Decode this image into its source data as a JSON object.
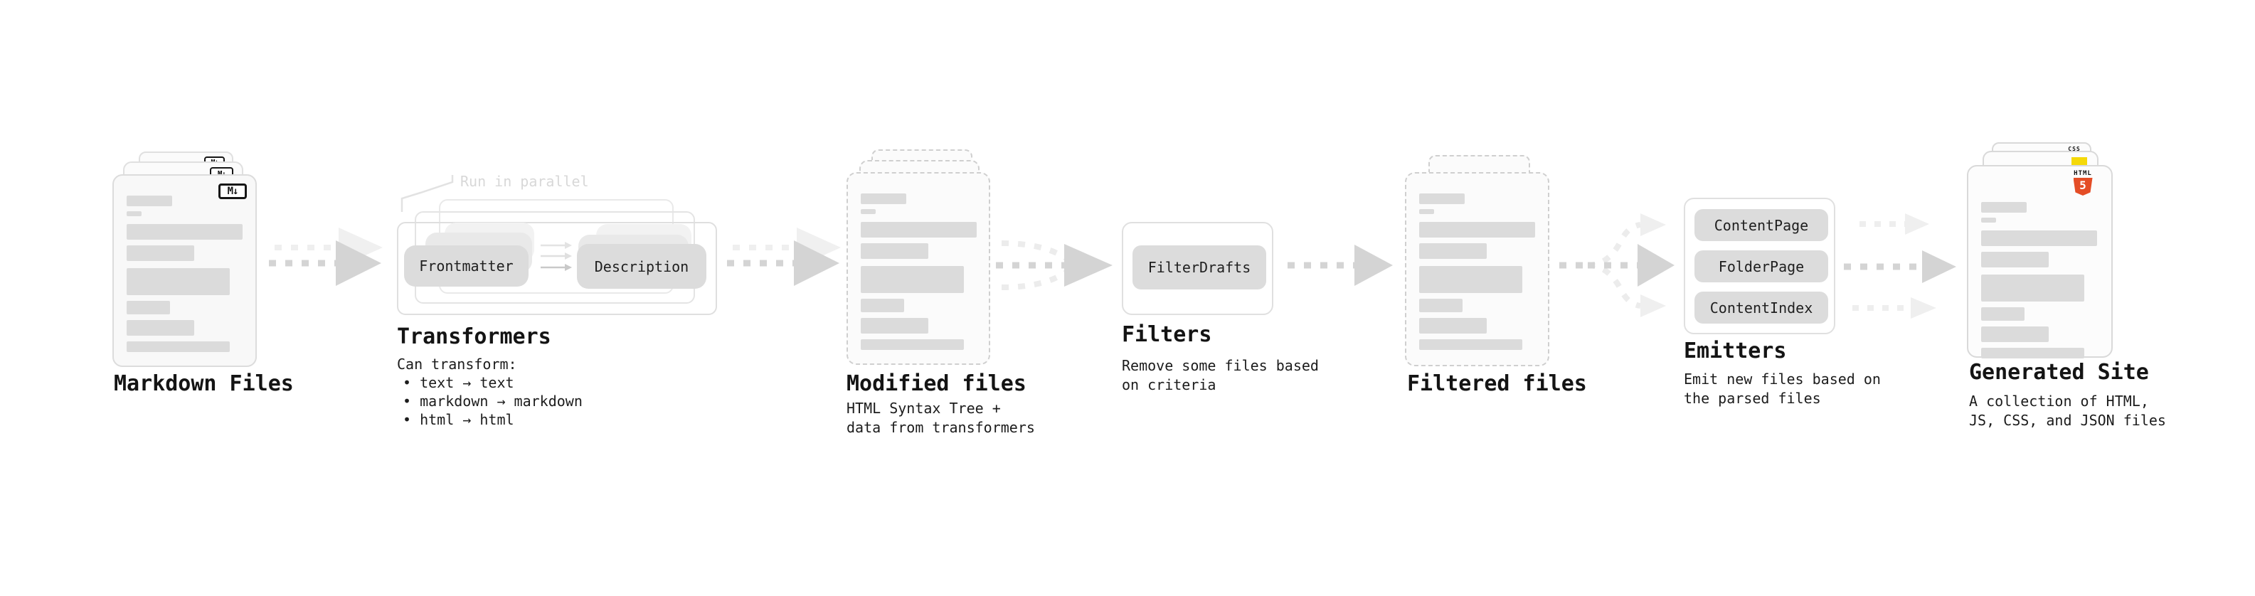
{
  "diagram": {
    "markdown_files": {
      "title": "Markdown Files",
      "badge": "M↓"
    },
    "transformers": {
      "title": "Transformers",
      "parallel_label": "Run in parallel",
      "step_a": "Frontmatter",
      "step_b": "Description",
      "desc_intro": "Can transform:",
      "bullets": [
        "• text → text",
        "• markdown → markdown",
        "• html → html"
      ]
    },
    "modified_files": {
      "title": "Modified files",
      "description": "HTML Syntax Tree +\ndata from transformers"
    },
    "filters": {
      "title": "Filters",
      "pill": "FilterDrafts",
      "description": "Remove some files based\non criteria"
    },
    "filtered_files": {
      "title": "Filtered files"
    },
    "emitters": {
      "title": "Emitters",
      "pills": [
        "ContentPage",
        "FolderPage",
        "ContentIndex"
      ],
      "description": "Emit new files based on\nthe parsed files"
    },
    "generated_site": {
      "title": "Generated Site",
      "description": "A collection of HTML,\nJS, CSS, and JSON files",
      "html5_label": "HTML",
      "html5_number": "5",
      "css_label": "CSS"
    },
    "colors": {
      "html5_orange": "#e44d26",
      "js_yellow": "#f5d908",
      "css_blue": "#2d6ce0",
      "arrow_gray": "#d4d4d4",
      "arrow_faint": "#ededed",
      "skeleton_gray": "#dbdbdb"
    }
  }
}
